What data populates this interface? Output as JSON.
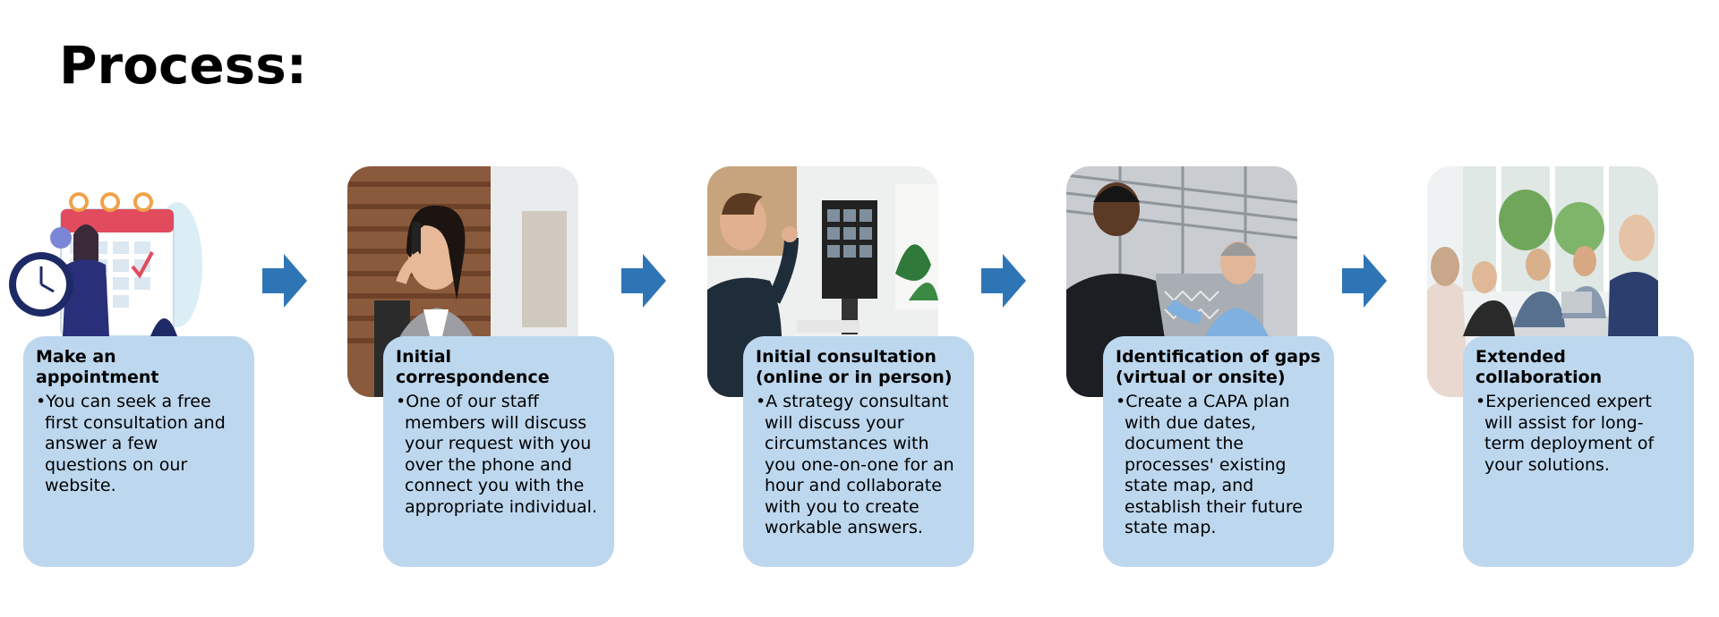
{
  "title": "Process:",
  "accent_color": "#2e75b6",
  "card_color": "#bdd7ee",
  "steps": [
    {
      "title": "Make an appointment",
      "body": "•You can seek a free first consultation and answer a few questions on our website.",
      "image": "calendar-appointment-illustration"
    },
    {
      "title": "Initial correspondence",
      "body": "•One of our staff members will discuss your request with you over the phone and connect you with the appropriate individual.",
      "image": "woman-on-phone-photo"
    },
    {
      "title": "Initial consultation (online or in person)",
      "body": "•A strategy consultant will discuss your circumstances with you one-on-one for an hour and collaborate with you to create workable answers.",
      "image": "video-call-photo"
    },
    {
      "title": "Identification of gaps (virtual or onsite)",
      "body": "•Create a CAPA plan with due dates, document the processes' existing state map, and establish their future state map.",
      "image": "factory-meeting-photo"
    },
    {
      "title": "Extended collaboration",
      "body": "•Experienced expert will assist for long-term deployment of your solutions.",
      "image": "team-meeting-photo"
    }
  ]
}
